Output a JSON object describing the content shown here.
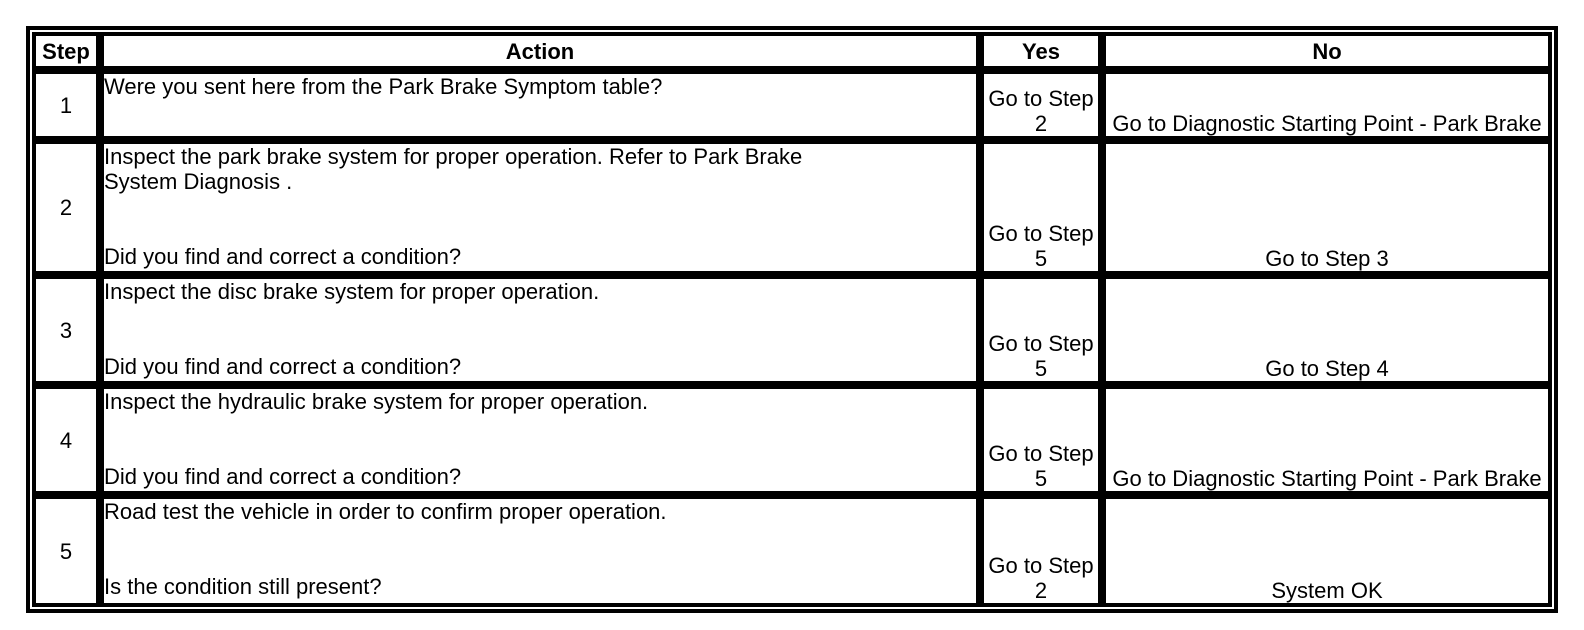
{
  "table": {
    "title": "park-brake-diagnostic-steps",
    "colors": {
      "border": "#000000",
      "text": "#000000",
      "background": "#ffffff"
    },
    "headers": {
      "step": "Step",
      "action": "Action",
      "yes": "Yes",
      "no": "No"
    },
    "rows": [
      {
        "step": "1",
        "action": [
          "Were you sent here from the Park Brake Symptom table?"
        ],
        "yes": "Go to Step 2",
        "no": "Go to Diagnostic Starting Point - Park Brake"
      },
      {
        "step": "2",
        "action": [
          "Inspect the park brake system for proper operation. Refer to Park Brake",
          "System Diagnosis .",
          "",
          "",
          "Did you find and correct a condition?"
        ],
        "yes": "Go to Step 5",
        "no": "Go to Step 3"
      },
      {
        "step": "3",
        "action": [
          "Inspect the disc brake system for proper operation.",
          "",
          "",
          "Did you find and correct a condition?"
        ],
        "yes": "Go to Step 5",
        "no": "Go to Step 4"
      },
      {
        "step": "4",
        "action": [
          "Inspect the hydraulic brake system for proper operation.",
          "",
          "",
          "Did you find and correct a condition?"
        ],
        "yes": "Go to Step 5",
        "no": "Go to Diagnostic Starting Point - Park Brake"
      },
      {
        "step": "5",
        "action": [
          "Road test the vehicle in order to confirm proper operation.",
          "",
          "",
          "Is the condition still present?"
        ],
        "yes": "Go to Step 2",
        "no": "System OK"
      }
    ]
  }
}
